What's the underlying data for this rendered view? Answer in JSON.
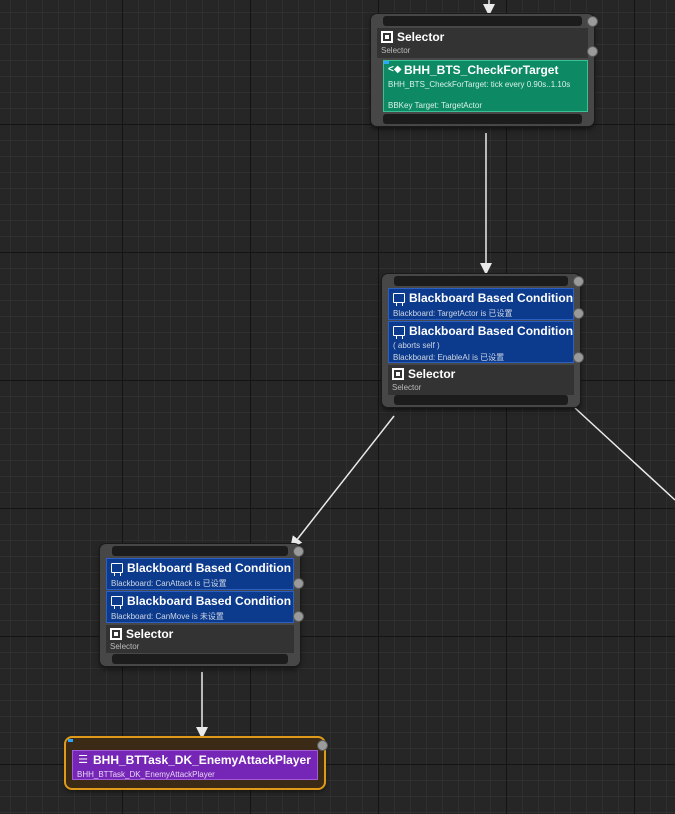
{
  "graph": {
    "top_node": {
      "selector": {
        "title": "Selector",
        "subtitle": "Selector"
      },
      "service": {
        "title": "BHH_BTS_CheckForTarget",
        "line1": "BHH_BTS_CheckForTarget: tick every 0.90s..1.10s",
        "line2": "BBKey Target: TargetActor"
      }
    },
    "middle_node": {
      "decorator1": {
        "title": "Blackboard Based Condition",
        "line1": "Blackboard: TargetActor is 已设置"
      },
      "decorator2": {
        "title": "Blackboard Based Condition",
        "line1": "( aborts self )",
        "line2": "Blackboard: EnableAI is 已设置"
      },
      "selector": {
        "title": "Selector",
        "subtitle": "Selector"
      }
    },
    "left_node": {
      "decorator1": {
        "title": "Blackboard Based Condition",
        "line1": "Blackboard: CanAttack is 已设置"
      },
      "decorator2": {
        "title": "Blackboard Based Condition",
        "line1": "Blackboard: CanMove is 未设置"
      },
      "selector": {
        "title": "Selector",
        "subtitle": "Selector"
      }
    },
    "task_node": {
      "title": "BHH_BTTask_DK_EnemyAttackPlayer",
      "subtitle": "BHH_BTTask_DK_EnemyAttackPlayer"
    },
    "icons": {
      "selector": "selector-icon",
      "decorator": "blackboard-decorator-icon",
      "service": "service-icon",
      "task": "task-icon"
    },
    "colors": {
      "decorator": "#0c3a8c",
      "service": "#0d8a63",
      "task": "#7626b6",
      "task_outline": "#e09a1a"
    }
  }
}
